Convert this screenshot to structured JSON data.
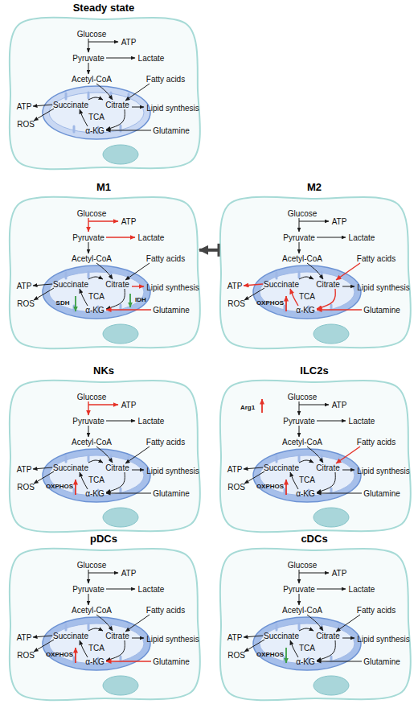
{
  "diagram": {
    "nodes": [
      {
        "text": [
          "Steady state",
          "Glucose",
          "ATP",
          "Pyruvate",
          "Lactate",
          "Acetyl-CoA",
          "Fatty acids",
          "Lipid synthesis",
          "Glutamine",
          "ATP",
          "ROS"
        ]
      },
      {
        "text": [
          "Succinate",
          "Citrate",
          "TCA",
          "α-KG"
        ],
        "in": 0
      },
      {
        "text": [
          "M1",
          "Glucose",
          "ATP",
          "Pyruvate",
          "Lactate",
          "Acetyl-CoA",
          "Fatty acids",
          "Lipid synthesis",
          "Glutamine",
          "ATP",
          "ROS"
        ]
      },
      {
        "text": [
          "Succinate",
          "Citrate",
          "TCA",
          "IDH",
          "SDH",
          "α-KG"
        ],
        "in": 2
      },
      {
        "text": [
          "M2",
          "Glucose",
          "ATP",
          "Pyruvate",
          "Lactate",
          "Acetyl-CoA",
          "Fatty acids",
          "Lipid synthesis",
          "Glutamine",
          "ATP",
          "ROS"
        ]
      },
      {
        "text": [
          "Succinate",
          "Citrate",
          "TCA",
          "OXPHOS",
          "α-KG"
        ],
        "in": 4
      },
      {
        "text": [
          "NKs",
          "Glucose",
          "ATP",
          "Pyruvate",
          "Lactate",
          "Acetyl-CoA",
          "Fatty acids",
          "Lipid synthesis",
          "Glutamine",
          "ATP",
          "ROS"
        ]
      },
      {
        "text": [
          "Succinate",
          "Citrate",
          "TCA",
          "OXPHOS",
          "α-KG"
        ],
        "in": 6
      },
      {
        "text": [
          "ILC2s",
          "Glucose",
          "Arg1",
          "ATP",
          "Pyruvate",
          "Lactate",
          "Acetyl-CoA",
          "Fatty acids",
          "Lipid synthesis",
          "Glutamine",
          "ATP",
          "ROS"
        ]
      },
      {
        "text": [
          "Succinate",
          "Citrate",
          "TCA",
          "OXPHOS",
          "α-KG"
        ],
        "in": 8
      },
      {
        "text": [
          "pDCs",
          "Glucose",
          "ATP",
          "Pyruvate",
          "Lactate",
          "Acetyl-CoA",
          "Fatty acids",
          "Lipid synthesis",
          "Glutamine",
          "ATP",
          "ROS"
        ]
      },
      {
        "text": [
          "Succinate",
          "Citrate",
          "TCA",
          "OXPHOS",
          "α-KG"
        ],
        "in": 10
      },
      {
        "text": [
          "cDCs",
          "Glucose",
          "ATP",
          "Pyruvate",
          "Lactate",
          "Acetyl-CoA",
          "Fatty acids",
          "Lipid synthesis",
          "Glutamine",
          "ATP",
          "ROS"
        ]
      },
      {
        "text": [
          "Succinate",
          "Citrate",
          "TCA",
          "OXPHOS",
          "α-KG"
        ],
        "in": 12
      }
    ],
    "edges": [
      {
        "from": 4,
        "to": 2,
        "arrow": "to"
      }
    ]
  }
}
